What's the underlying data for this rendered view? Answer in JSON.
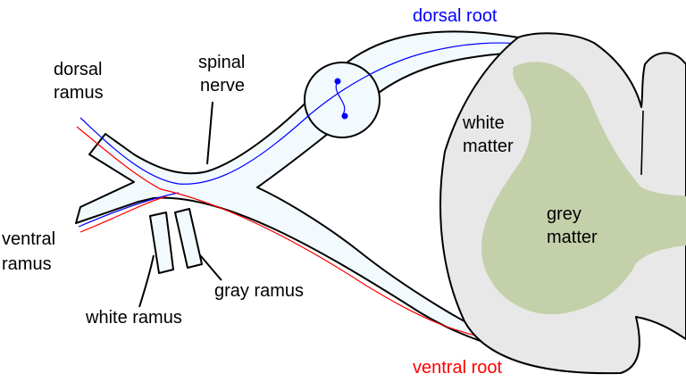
{
  "labels": {
    "dorsal_root": "dorsal root",
    "ventral_root": "ventral root",
    "dorsal_ramus_line1": "dorsal",
    "dorsal_ramus_line2": "ramus",
    "spinal_nerve_line1": "spinal",
    "spinal_nerve_line2": "nerve",
    "white_matter_line1": "white",
    "white_matter_line2": "matter",
    "grey_matter_line1": "grey",
    "grey_matter_line2": "matter",
    "ventral_ramus_line1": "ventral",
    "ventral_ramus_line2": "ramus",
    "gray_ramus": "gray ramus",
    "white_ramus": "white ramus"
  },
  "colors": {
    "nerve_fill": "#f2fafe",
    "white_matter_fill": "#e8e8e8",
    "grey_matter_fill": "#c4d0aa",
    "outline": "#000000",
    "sensory_fiber": "#0000ff",
    "motor_fiber": "#ff0000",
    "dorsal_root_label": "#0000ff",
    "ventral_root_label": "#ff0000",
    "text": "#000000"
  }
}
